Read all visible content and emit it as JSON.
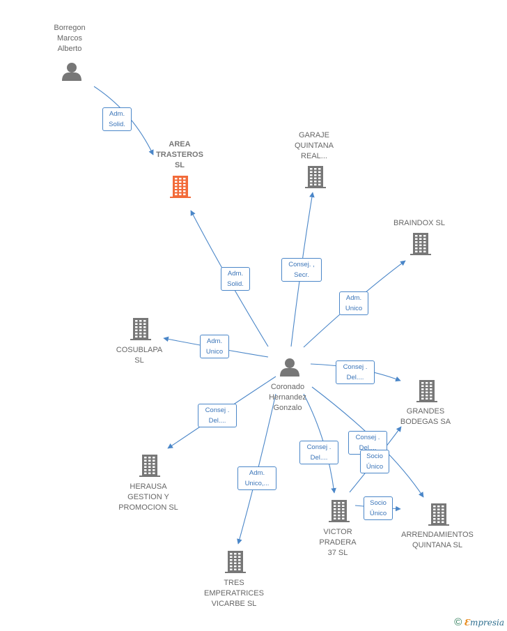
{
  "nodes": [
    {
      "id": "borregon",
      "type": "person",
      "lines": [
        "Borregon",
        "Marcos",
        "Alberto"
      ]
    },
    {
      "id": "area",
      "type": "focus",
      "lines": [
        "AREA",
        "TRASTEROS",
        "SL"
      ]
    },
    {
      "id": "garaje",
      "type": "company",
      "lines": [
        "GARAJE",
        "QUINTANA",
        "REAL..."
      ]
    },
    {
      "id": "braindox",
      "type": "company",
      "lines": [
        "BRAINDOX  SL"
      ]
    },
    {
      "id": "cosublapa",
      "type": "company",
      "lines": [
        "COSUBLAPA",
        "SL"
      ]
    },
    {
      "id": "coronado",
      "type": "person",
      "lines": [
        "Coronado",
        "Hernandez",
        "Gonzalo"
      ]
    },
    {
      "id": "grandes",
      "type": "company",
      "lines": [
        "GRANDES",
        "BODEGAS SA"
      ]
    },
    {
      "id": "herausa",
      "type": "company",
      "lines": [
        "HERAUSA",
        "GESTION Y",
        "PROMOCION SL"
      ]
    },
    {
      "id": "victor",
      "type": "company",
      "lines": [
        "VICTOR",
        "PRADERA",
        "37 SL"
      ]
    },
    {
      "id": "arrend",
      "type": "company",
      "lines": [
        "ARRENDAMIENTOS",
        "QUINTANA  SL"
      ]
    },
    {
      "id": "tres",
      "type": "company",
      "lines": [
        "TRES",
        "EMPERATRICES",
        "VICARBE  SL"
      ]
    }
  ],
  "edges": [
    {
      "from": "borregon",
      "to": "area",
      "label": [
        "Adm.",
        "Solid."
      ]
    },
    {
      "from": "coronado",
      "to": "area",
      "label": [
        "Adm.",
        "Solid."
      ]
    },
    {
      "from": "coronado",
      "to": "garaje",
      "label": [
        "Consej. ,",
        "Secr."
      ]
    },
    {
      "from": "coronado",
      "to": "braindox",
      "label": [
        "Adm.",
        "Unico"
      ]
    },
    {
      "from": "coronado",
      "to": "cosublapa",
      "label": [
        "Adm.",
        "Unico"
      ]
    },
    {
      "from": "coronado",
      "to": "grandes",
      "label": [
        "Consej .",
        "Del...."
      ]
    },
    {
      "from": "coronado",
      "to": "herausa",
      "label": [
        "Consej .",
        "Del...."
      ]
    },
    {
      "from": "coronado",
      "to": "victor",
      "label": [
        "Consej .",
        "Del...."
      ]
    },
    {
      "from": "coronado",
      "to": "arrend",
      "label": [
        "Consej .",
        "Del...."
      ]
    },
    {
      "from": "coronado",
      "to": "tres",
      "label": [
        "Adm.",
        "Unico,..."
      ]
    },
    {
      "from": "victor",
      "to": "grandes",
      "label": [
        "Socio",
        "Único"
      ]
    },
    {
      "from": "victor",
      "to": "arrend",
      "label": [
        "Socio",
        "Único"
      ]
    }
  ],
  "footer": {
    "copyright": "©",
    "brand_e": "Ɛ",
    "brand_rest": "mpresia"
  },
  "colors": {
    "edge": "#4a86c8",
    "node": "#777777",
    "focus": "#f26b3a"
  }
}
